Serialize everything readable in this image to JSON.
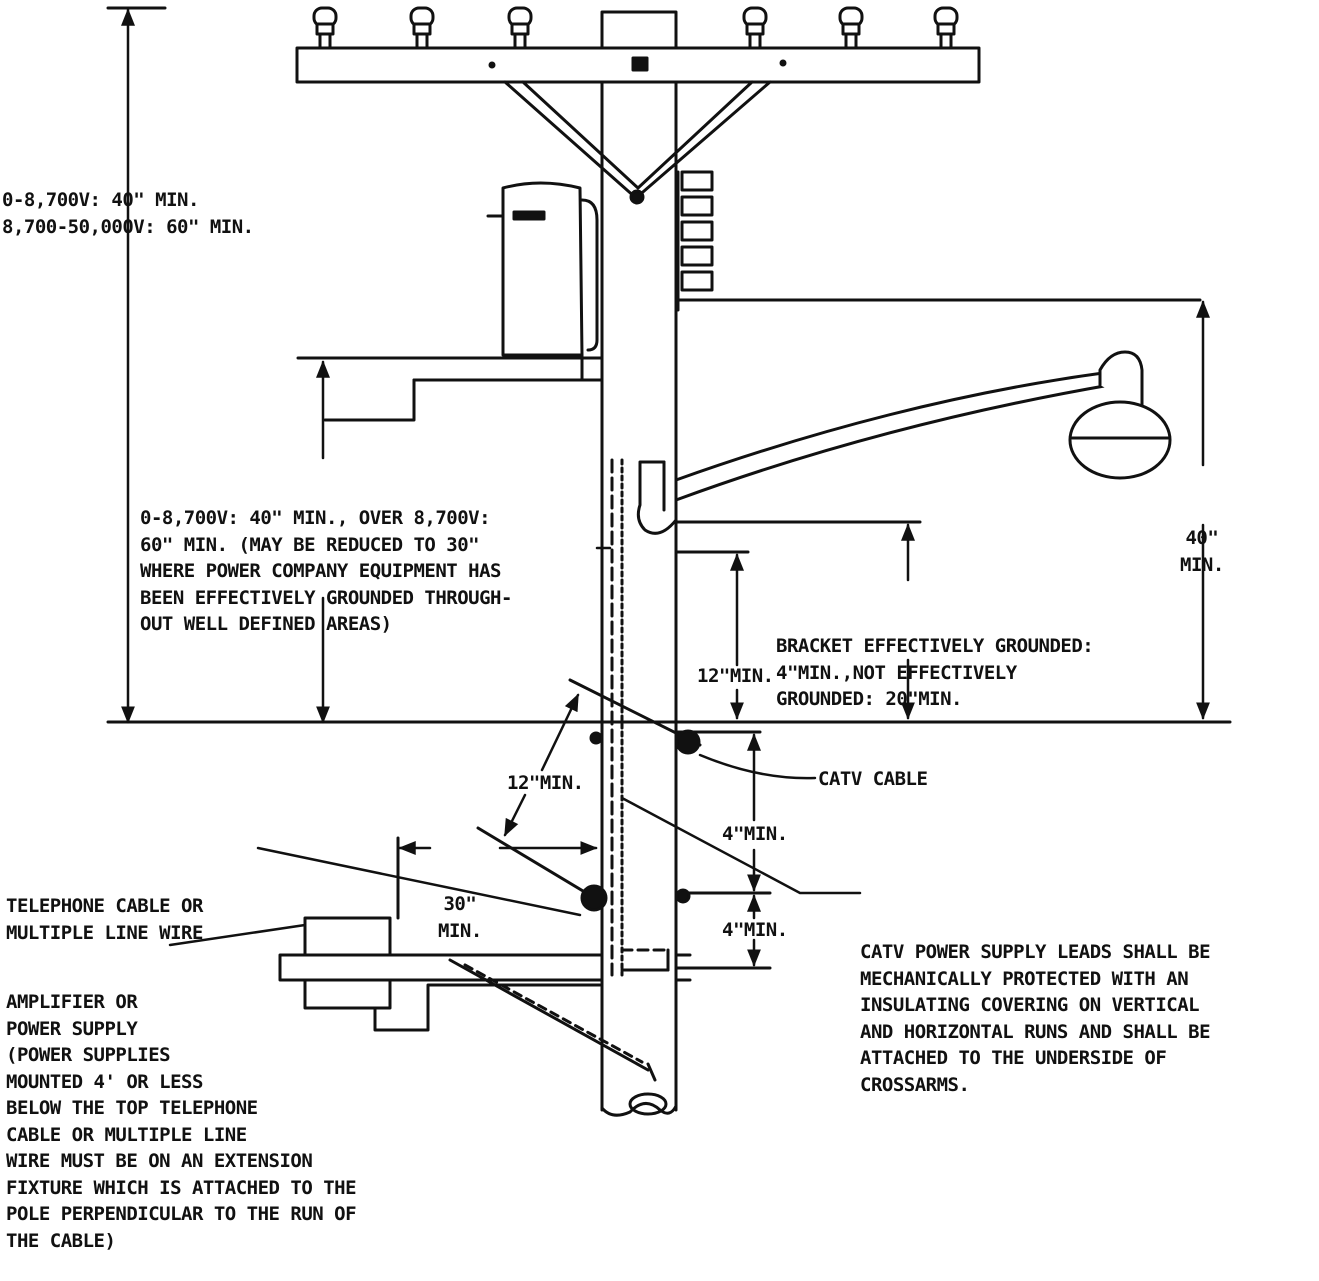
{
  "colors": {
    "ink": "#111111",
    "paper": "#ffffff"
  },
  "labels": {
    "top_clearance": [
      "0-8,700V: 40\" MIN.",
      "8,700-50,000V: 60\" MIN."
    ],
    "power_clearance": [
      "0-8,700V: 40\" MIN., OVER 8,700V:",
      "60\" MIN. (MAY BE REDUCED TO 30\"",
      "WHERE POWER COMPANY EQUIPMENT HAS",
      "BEEN EFFECTIVELY GROUNDED THROUGH-",
      "OUT WELL DEFINED AREAS)"
    ],
    "bracket": [
      "BRACKET EFFECTIVELY GROUNDED:",
      "4\"MIN.,NOT EFFECTIVELY",
      "GROUNDED: 20\"MIN."
    ],
    "lamp_clearance": [
      "40\"",
      "MIN."
    ],
    "twelve_min_upper": "12\"MIN.",
    "twelve_min_lower": "12\"MIN.",
    "catv_cable": "CATV CABLE",
    "four_min_upper": "4\"MIN.",
    "four_min_lower": "4\"MIN.",
    "thirty_min": [
      "30\"",
      "MIN."
    ],
    "telephone": [
      "TELEPHONE CABLE OR",
      "MULTIPLE LINE WIRE"
    ],
    "catv_leads": [
      "CATV POWER SUPPLY LEADS SHALL BE",
      "MECHANICALLY PROTECTED WITH AN",
      "INSULATING COVERING ON VERTICAL",
      "AND HORIZONTAL RUNS AND SHALL BE",
      "ATTACHED TO THE UNDERSIDE OF",
      "CROSSARMS."
    ],
    "amplifier": [
      "AMPLIFIER OR",
      "POWER SUPPLY",
      "(POWER SUPPLIES",
      "MOUNTED 4' OR LESS",
      "BELOW THE TOP TELEPHONE",
      "CABLE OR MULTIPLE LINE",
      "WIRE MUST BE ON AN EXTENSION",
      "FIXTURE WHICH IS ATTACHED TO THE",
      "POLE PERPENDICULAR TO THE RUN OF",
      "THE CABLE)"
    ]
  }
}
